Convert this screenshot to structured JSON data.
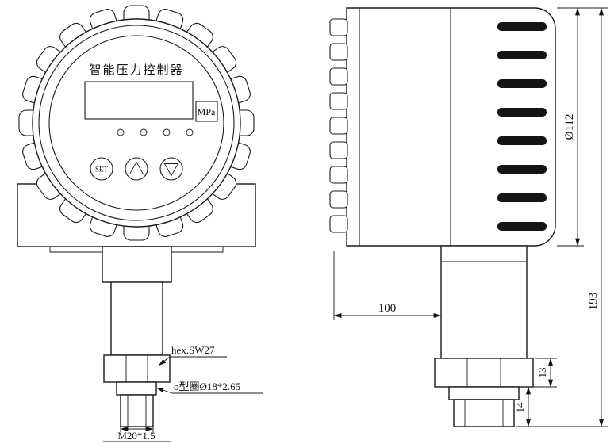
{
  "front_view": {
    "title": "智能压力控制器",
    "unit": "MPa",
    "set_label": "SET",
    "callouts": {
      "hex": "hex.SW27",
      "oring": "o型圈Ø18*2.65",
      "thread": "M20*1.5"
    }
  },
  "side_view": {
    "dims": {
      "diameter": "Ø112",
      "total_height": "193",
      "depth": "100",
      "hex_height": "13",
      "thread_length": "14"
    }
  }
}
